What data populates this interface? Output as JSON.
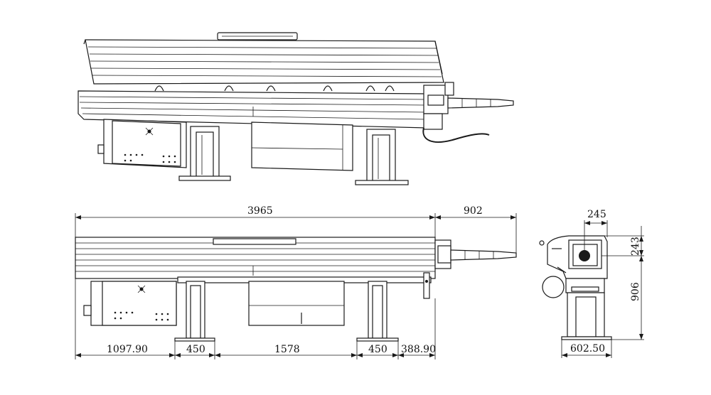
{
  "drawing": {
    "front_view": {
      "overall_length": "3965",
      "extension": "902",
      "left_overhang": "1097.90",
      "left_base": "450",
      "span": "1578",
      "right_base": "450",
      "right_overhang": "388.90"
    },
    "side_view": {
      "top_width": "245",
      "top_height": "243",
      "height": "906",
      "base_width": "602.50"
    }
  }
}
